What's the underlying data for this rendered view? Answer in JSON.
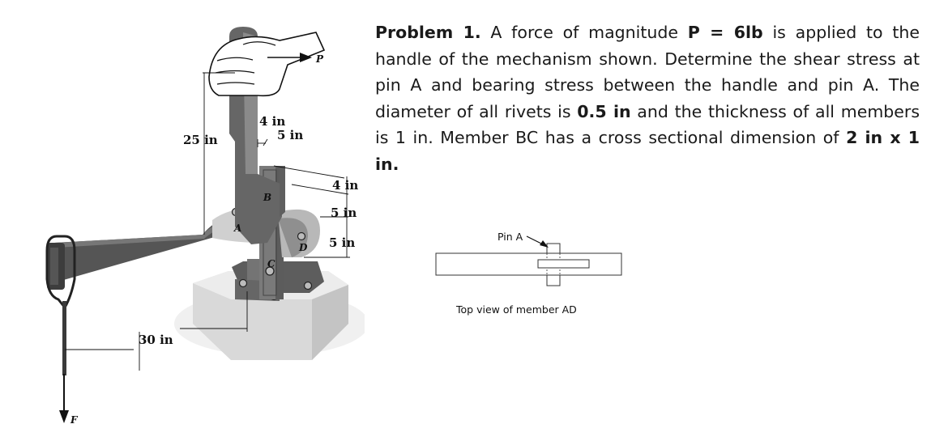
{
  "problem": {
    "label": "Problem 1.",
    "t1": " A force of magnitude ",
    "p_eq": "P = 6lb",
    "t2": " is applied to the handle of the mechanism shown. Determine the shear stress at pin A and bearing stress between the handle and pin A. The diameter of all rivets is ",
    "dia": "0.5 in",
    "t3": " and the thickness of all members is 1 in. Member BC has a cross sectional dimension of ",
    "dims": "2 in x 1 in."
  },
  "figure": {
    "dim_25": "25 in",
    "dim_4a": "4 in",
    "dim_5a": "5 in",
    "dim_4b": "4 in",
    "dim_5b": "5 in",
    "dim_5c": "5 in",
    "dim_30": "30 in",
    "force_p": "P",
    "force_f": "F",
    "pt_a": "A",
    "pt_b": "B",
    "pt_c": "C",
    "pt_d": "D"
  },
  "topview": {
    "pin_label": "Pin A",
    "caption": "Top view of member AD"
  }
}
